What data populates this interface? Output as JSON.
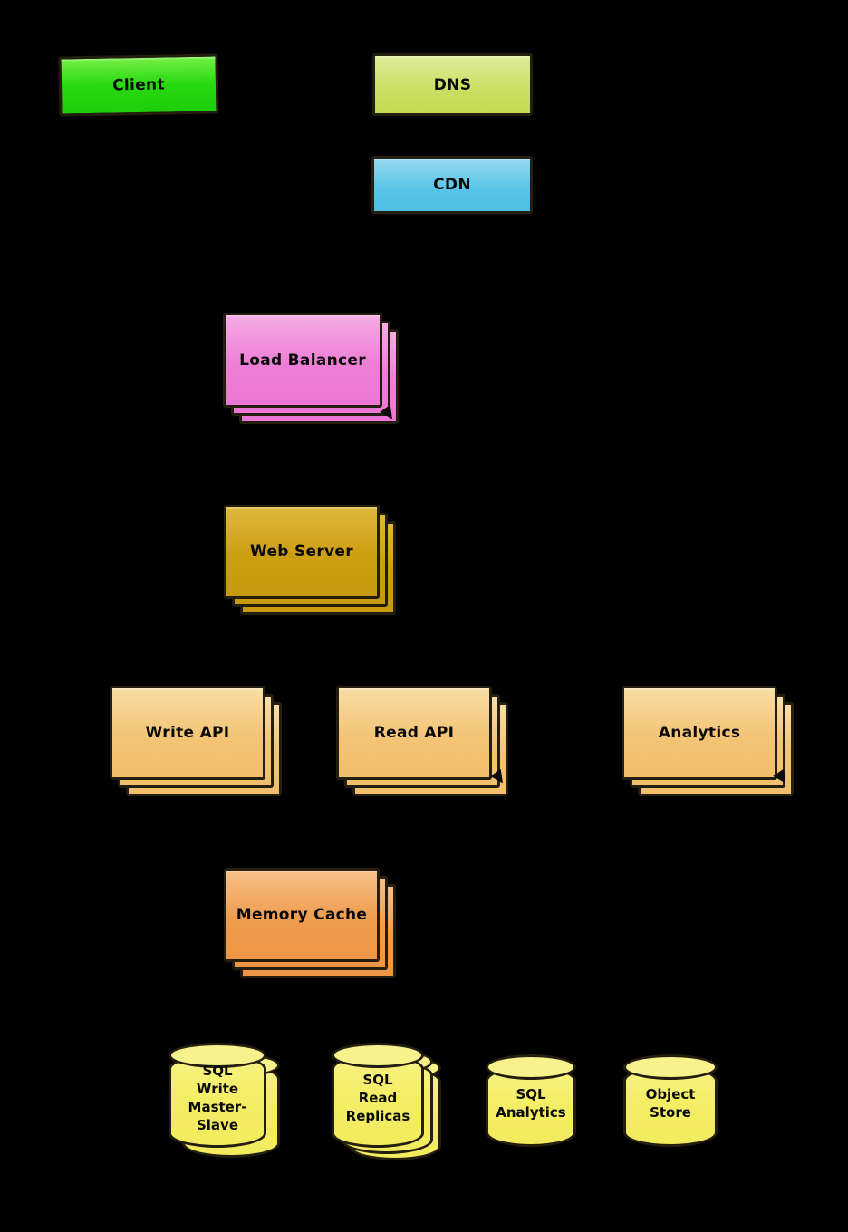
{
  "canvas": {
    "background_color": "#000000"
  },
  "diagram": {
    "nodes": {
      "client": {
        "label": "Client",
        "color": "#22d60f"
      },
      "dns": {
        "label": "DNS",
        "color": "#cadf62"
      },
      "cdn": {
        "label": "CDN",
        "color": "#5cc6e8"
      },
      "load_balancer": {
        "label": "Load Balancer",
        "color": "#ee7fd6"
      },
      "web_server": {
        "label": "Web Server",
        "color": "#cd9f12"
      },
      "write_api": {
        "label": "Write API",
        "color": "#f3c476"
      },
      "read_api": {
        "label": "Read API",
        "color": "#f3c476"
      },
      "analytics": {
        "label": "Analytics",
        "color": "#f3c476"
      },
      "memory_cache": {
        "label": "Memory Cache",
        "color": "#ef9d4e"
      },
      "sql_write_master_slave": {
        "lines": [
          "SQL",
          "Write",
          "Master-",
          "Slave"
        ],
        "color": "#f4ee68"
      },
      "sql_read_replicas": {
        "lines": [
          "SQL",
          "Read",
          "Replicas"
        ],
        "color": "#f4ee68"
      },
      "sql_analytics": {
        "lines": [
          "SQL",
          "Analytics"
        ],
        "color": "#f4ee68"
      },
      "object_store": {
        "lines": [
          "Object",
          "Store"
        ],
        "color": "#f4ee68"
      }
    }
  }
}
